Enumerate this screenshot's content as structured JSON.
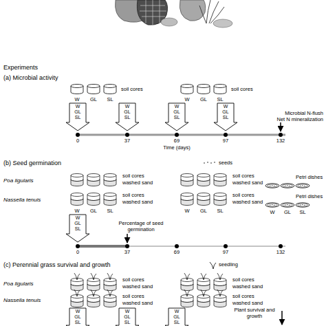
{
  "diagram": {
    "nodes": [
      {
        "text": [
          "W GL SL"
        ]
      },
      {
        "text": [
          "W GL SL"
        ]
      },
      {
        "text": [
          "W GL SL"
        ]
      },
      {
        "text": [
          "W GL SL"
        ]
      },
      {
        "text": [
          "W GL SL"
        ]
      },
      {
        "text": [
          "W GL SL"
        ]
      },
      {
        "text": [
          "W GL SL"
        ]
      },
      {
        "text": [
          "W GL SL"
        ]
      }
    ],
    "labels": [
      "Experiments",
      "(a) Microbial activity",
      "soil cores",
      "soil cores",
      "W",
      "GL",
      "SL",
      "W",
      "GL",
      "SL",
      "Microbial N-flush",
      "Net N mineralization",
      "0",
      "37",
      "69",
      "97",
      "132",
      "Time (days)",
      "(b) Seed germination",
      "seeds",
      "Poa ligularis",
      "soil cores",
      "washed sand",
      "soil cores",
      "washed sand",
      "Petri dishes",
      "Nassella tenuis",
      "soil cores",
      "washed sand",
      "soil cores",
      "washed sand",
      "Petri dishes",
      "W",
      "GL",
      "SL",
      "W",
      "GL",
      "SL",
      "W",
      "GL",
      "SL",
      "Percentage of seed germination",
      "0",
      "37",
      "69",
      "97",
      "132",
      "(c) Perennial grass survival and growth",
      "seedling",
      "Poa ligularis",
      "soil cores",
      "washed sand",
      "soil cores",
      "washed sand",
      "Nassella tenuis",
      "soil cores",
      "washed sand",
      "soil cores",
      "washed sand",
      "Plant survival and growth"
    ]
  }
}
